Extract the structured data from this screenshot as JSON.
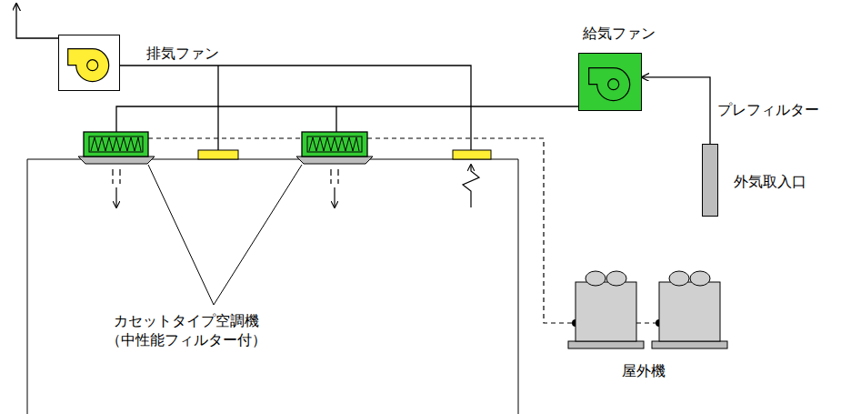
{
  "diagram": {
    "nodes": [
      {
        "text": [
          "排気ファン"
        ]
      },
      {
        "text": [
          "給気ファン"
        ]
      },
      {
        "text": [
          "プレフィルター",
          "外気取入口"
        ]
      }
    ],
    "edges": [
      {
        "from": 2,
        "to": 1,
        "arrow": "to"
      }
    ],
    "labels": [
      "カセットタイプ空調機 （中性能フィルター付）",
      "屋外機"
    ]
  }
}
